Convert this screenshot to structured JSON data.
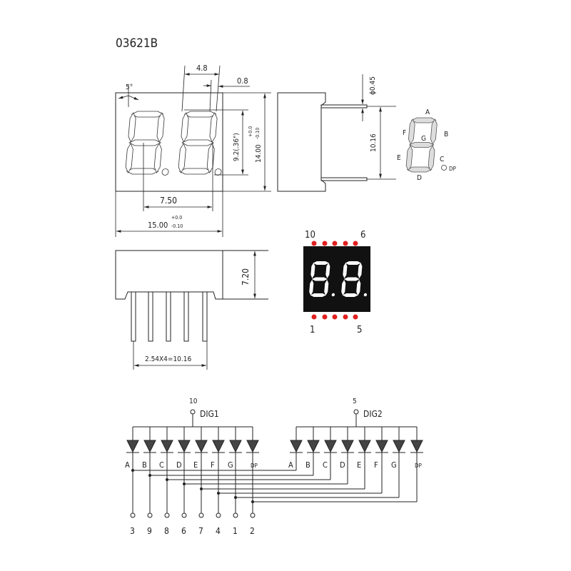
{
  "title": "03621B",
  "front_view": {
    "angle_label": "5°",
    "digit_pitch_label": "4.8",
    "segment_width_label": "0.8",
    "digit_height_label": "9.2(.36\")",
    "height_label": "14.00",
    "height_tol_plus": "+0.0",
    "height_tol_minus": "-0.10",
    "digit_spacing_label": "7.50",
    "width_label": "15.00",
    "width_tol_plus": "+0.0",
    "width_tol_minus": "-0.10"
  },
  "side_view": {
    "pin_diameter_label": "ϕ0.45",
    "pin_row_spacing_label": "10.16"
  },
  "segment_legend": {
    "labels": [
      "A",
      "B",
      "C",
      "D",
      "E",
      "F",
      "G"
    ],
    "dp_label": "DP"
  },
  "bottom_view": {
    "pin_top_left": "10",
    "pin_top_right": "6",
    "pin_bottom_left": "1",
    "pin_bottom_right": "5",
    "led_color": "#e02020",
    "body_color": "#111111"
  },
  "lower_side_view": {
    "thickness_label": "7.20",
    "pin_pitch_label": "2.54X4=10.16"
  },
  "schematic": {
    "digits": [
      {
        "name": "DIG1",
        "common_pin": "10"
      },
      {
        "name": "DIG2",
        "common_pin": "5"
      }
    ],
    "segments": [
      "A",
      "B",
      "C",
      "D",
      "E",
      "F",
      "G",
      "DP"
    ],
    "segment_pins": [
      "3",
      "9",
      "8",
      "6",
      "7",
      "4",
      "1",
      "2"
    ]
  }
}
